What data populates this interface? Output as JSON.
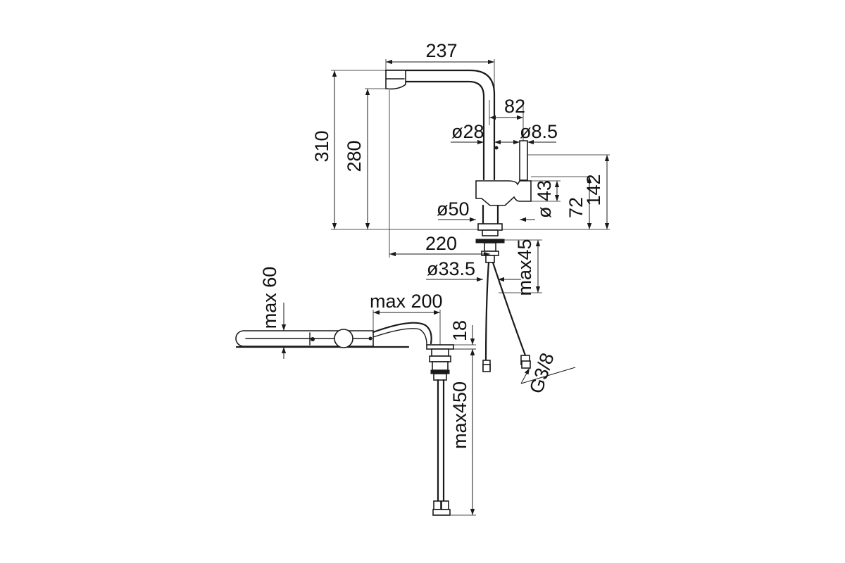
{
  "labels": {
    "reach_237": "237",
    "height_310": "310",
    "height_280": "280",
    "offset_82": "82",
    "dia_28": "ø28",
    "dia_8_5": "ø8.5",
    "dia_43": "ø 43",
    "height_72": "72",
    "height_142": "142",
    "dia_50": "ø50",
    "reach_220": "220",
    "dia_33_5": "ø33.5",
    "max_45": "max45",
    "max_60": "max 60",
    "max_200": "max 200",
    "value_18": "18",
    "thread_g38": "G3/8",
    "max_450": "max450"
  }
}
